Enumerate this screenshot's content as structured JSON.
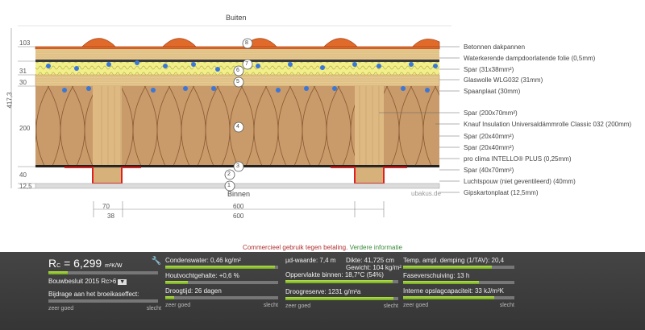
{
  "drawing": {
    "top_label": "Buiten",
    "bottom_label": "Binnen",
    "watermark": "ubakus.de",
    "total_thickness": "417,3",
    "layer_thicknesses": [
      "103",
      "31",
      "30",
      "200",
      "40",
      "12,5"
    ],
    "layer_numbers": [
      "8",
      "7",
      "6",
      "5",
      "4",
      "3",
      "2",
      "1"
    ],
    "bottom_dims": {
      "top_row": [
        "70",
        "600"
      ],
      "bottom_row": [
        "38",
        "600"
      ]
    }
  },
  "legend": [
    "Betonnen dakpannen",
    "Waterkerende dampdoorlatende folie (0,5mm)",
    "Spar (31x38mm²)",
    "Glaswolle WLG032 (31mm)",
    "Spaanplaat (30mm)",
    "Spar (200x70mm²)",
    "Knauf Insulation Universaldämmrolle Classic 032 (200mm)",
    "Spar (20x40mm²)",
    "Spar (20x40mm²)",
    "pro clima INTELLO® PLUS (0,25mm)",
    "Spar (40x70mm²)",
    "Luchtspouw (niet geventileerd) (40mm)",
    "Gipskartonplaat (12,5mm)"
  ],
  "notice": {
    "text": "Commercieel gebruik tegen betaling.",
    "link": "Verdere informatie"
  },
  "results": {
    "rc_label": "R",
    "rc_sub": "C",
    "rc_value": "= 6,299",
    "rc_unit": "m²K/W",
    "rc_fill": 0.18,
    "building_code": "Bouwbesluit 2015 Rc>6",
    "greenhouse_label": "Bijdrage aan het broeikaseffect:",
    "greenhouse_fill": 0.0,
    "condensation": "Condenswater: 0,46 kg/m²",
    "condensation_fill": 0.97,
    "wood_moisture": "Houtvochtgehalte: +0,6 %",
    "wood_moisture_fill": 0.2,
    "drying_time": "Droogtijd: 26 dagen",
    "drying_time_fill": 0.08,
    "sd_value": "µd-waarde: 7,4 m",
    "thickness": "Dikte: 41,725 cm",
    "weight": "Gewicht: 104 kg/m²",
    "surface_temp": "Oppervlakte binnen: 18,7°C (54%)",
    "surface_temp_fill": 0.95,
    "drying_reserve": "Droogreserve: 1231 g/m²a",
    "drying_reserve_fill": 0.96,
    "temp_amplitude": "Temp. ampl. demping (1/TAV): 20,4",
    "temp_amplitude_fill": 0.8,
    "phase_shift": "Faseverschuiving: 13 h",
    "phase_shift_fill": 0.68,
    "heat_capacity": "Interne opslagcapaciteit: 33 kJ/m²K",
    "heat_capacity_fill": 0.82,
    "scale_good": "zeer goed",
    "scale_bad": "slecht"
  }
}
